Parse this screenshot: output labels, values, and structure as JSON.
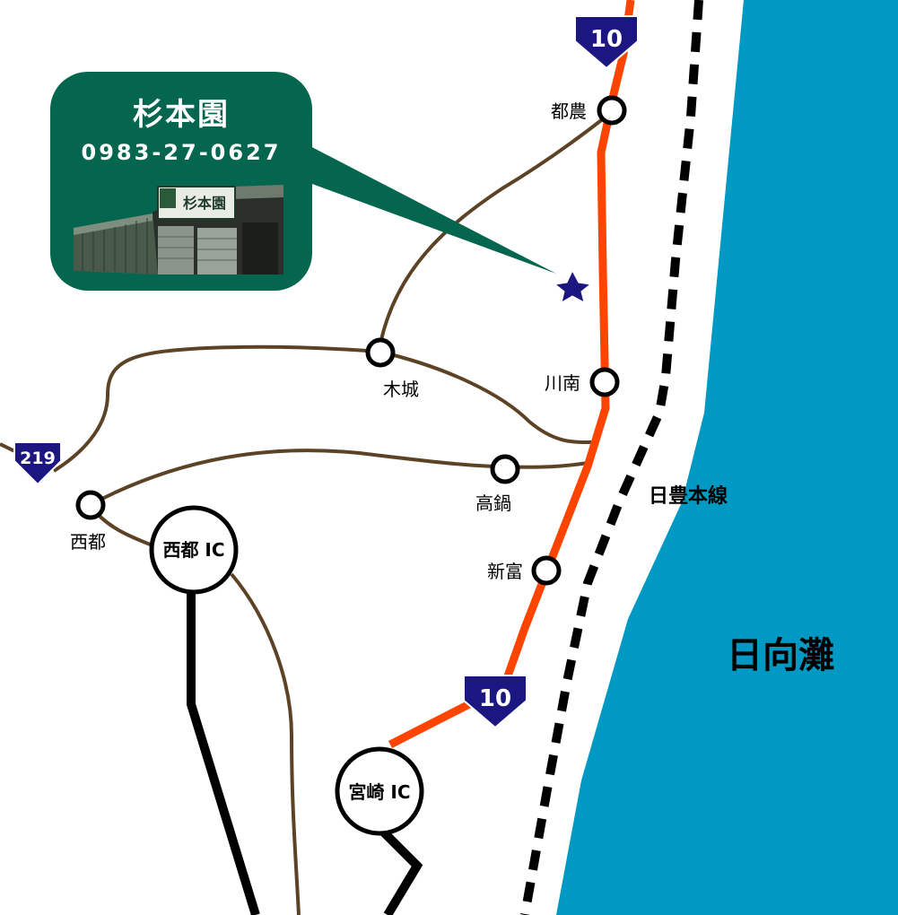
{
  "shop": {
    "name": "杉本園",
    "phone": "0983-27-0627",
    "sign_text": "杉本園"
  },
  "sea": {
    "label": "日向灘",
    "color": "#0099c3"
  },
  "railway": {
    "label": "日豊本線"
  },
  "routes": {
    "national_10_top": "10",
    "national_10_bottom": "10",
    "national_219": "219"
  },
  "places": {
    "tsuno": "都農",
    "kawaminami": "川南",
    "kijo": "木城",
    "takanabe": "高鍋",
    "shintomi": "新富",
    "saito": "西都"
  },
  "interchanges": {
    "saito_ic": "西都 IC",
    "miyazaki_ic": "宮崎 IC"
  },
  "colors": {
    "national_road": "#ff4400",
    "local_road": "#5c4325",
    "expressway": "#000000",
    "callout": "#056650",
    "shield": "#1b1680",
    "star": "#1b1680"
  },
  "icons": {
    "shop_marker": "star-icon"
  }
}
